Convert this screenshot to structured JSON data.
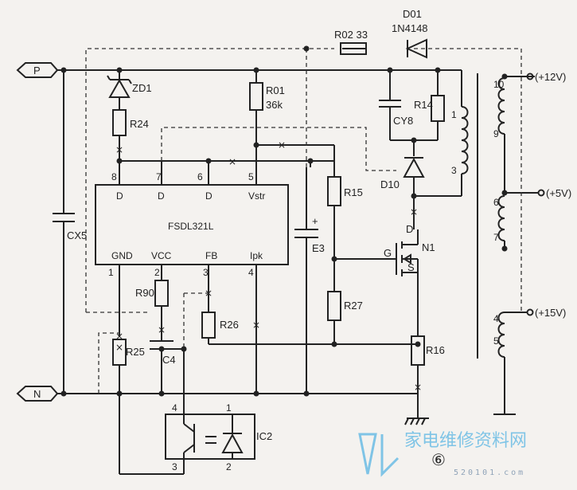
{
  "terminals": {
    "p": "P",
    "n": "N"
  },
  "ic_main": {
    "name": "FSDL321L",
    "top_pins": [
      "8",
      "7",
      "6",
      "5"
    ],
    "top_labels": [
      "D",
      "D",
      "D",
      "Vstr"
    ],
    "bottom_pins": [
      "1",
      "2",
      "3",
      "4"
    ],
    "bottom_labels": [
      "GND",
      "VCC",
      "FB",
      "Ipk"
    ]
  },
  "components": {
    "d01_name": "D01",
    "d01_part": "1N4148",
    "r02": "R02 33",
    "zd1": "ZD1",
    "r01_name": "R01",
    "r01_value": "36k",
    "r24": "R24",
    "cy8": "CY8",
    "r14": "R14",
    "d10": "D10",
    "r15": "R15",
    "e3": "E3",
    "e3_plus": "+",
    "cx5": "CX5",
    "r90": "R90",
    "r26": "R26",
    "r25": "R25",
    "c4": "C4",
    "r27": "R27",
    "r16": "R16",
    "n1": "N1",
    "n1_d": "D",
    "n1_g": "G",
    "n1_s": "S",
    "ic2": "IC2",
    "ic2_pins": [
      "4",
      "1",
      "3",
      "2"
    ]
  },
  "transformer": {
    "primary_pins": [
      "1",
      "3"
    ],
    "secondary_pins": [
      "10",
      "9",
      "6",
      "7",
      "4",
      "5"
    ],
    "outputs": [
      "(+12V)",
      "(+5V)",
      "(+15V)"
    ]
  },
  "figure_number": "⑥",
  "watermark": {
    "brand": "家电维修资料网",
    "url": "520101.com"
  }
}
